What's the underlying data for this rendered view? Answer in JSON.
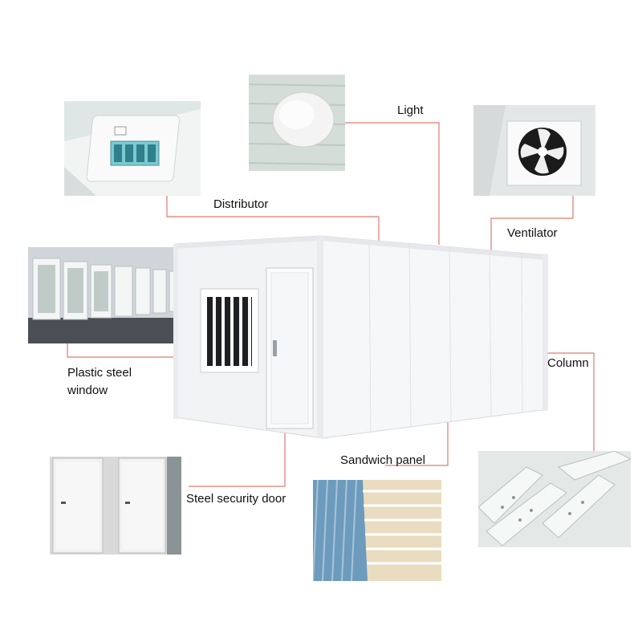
{
  "labels": {
    "light": "Light",
    "distributor": "Distributor",
    "ventilator": "Ventilator",
    "plastic_window_line1": "Plastic steel",
    "plastic_window_line2": "window",
    "column": "Column",
    "sandwich_panel": "Sandwich panel",
    "security_door": "Steel security door"
  },
  "colors": {
    "leader_line": "#e07a6e",
    "container_white": "#f4f5f6",
    "frame": "#e9ebee"
  },
  "icons": {
    "light": "ceiling-light-icon",
    "distributor": "breaker-box-icon",
    "ventilator": "exhaust-fan-icon"
  }
}
